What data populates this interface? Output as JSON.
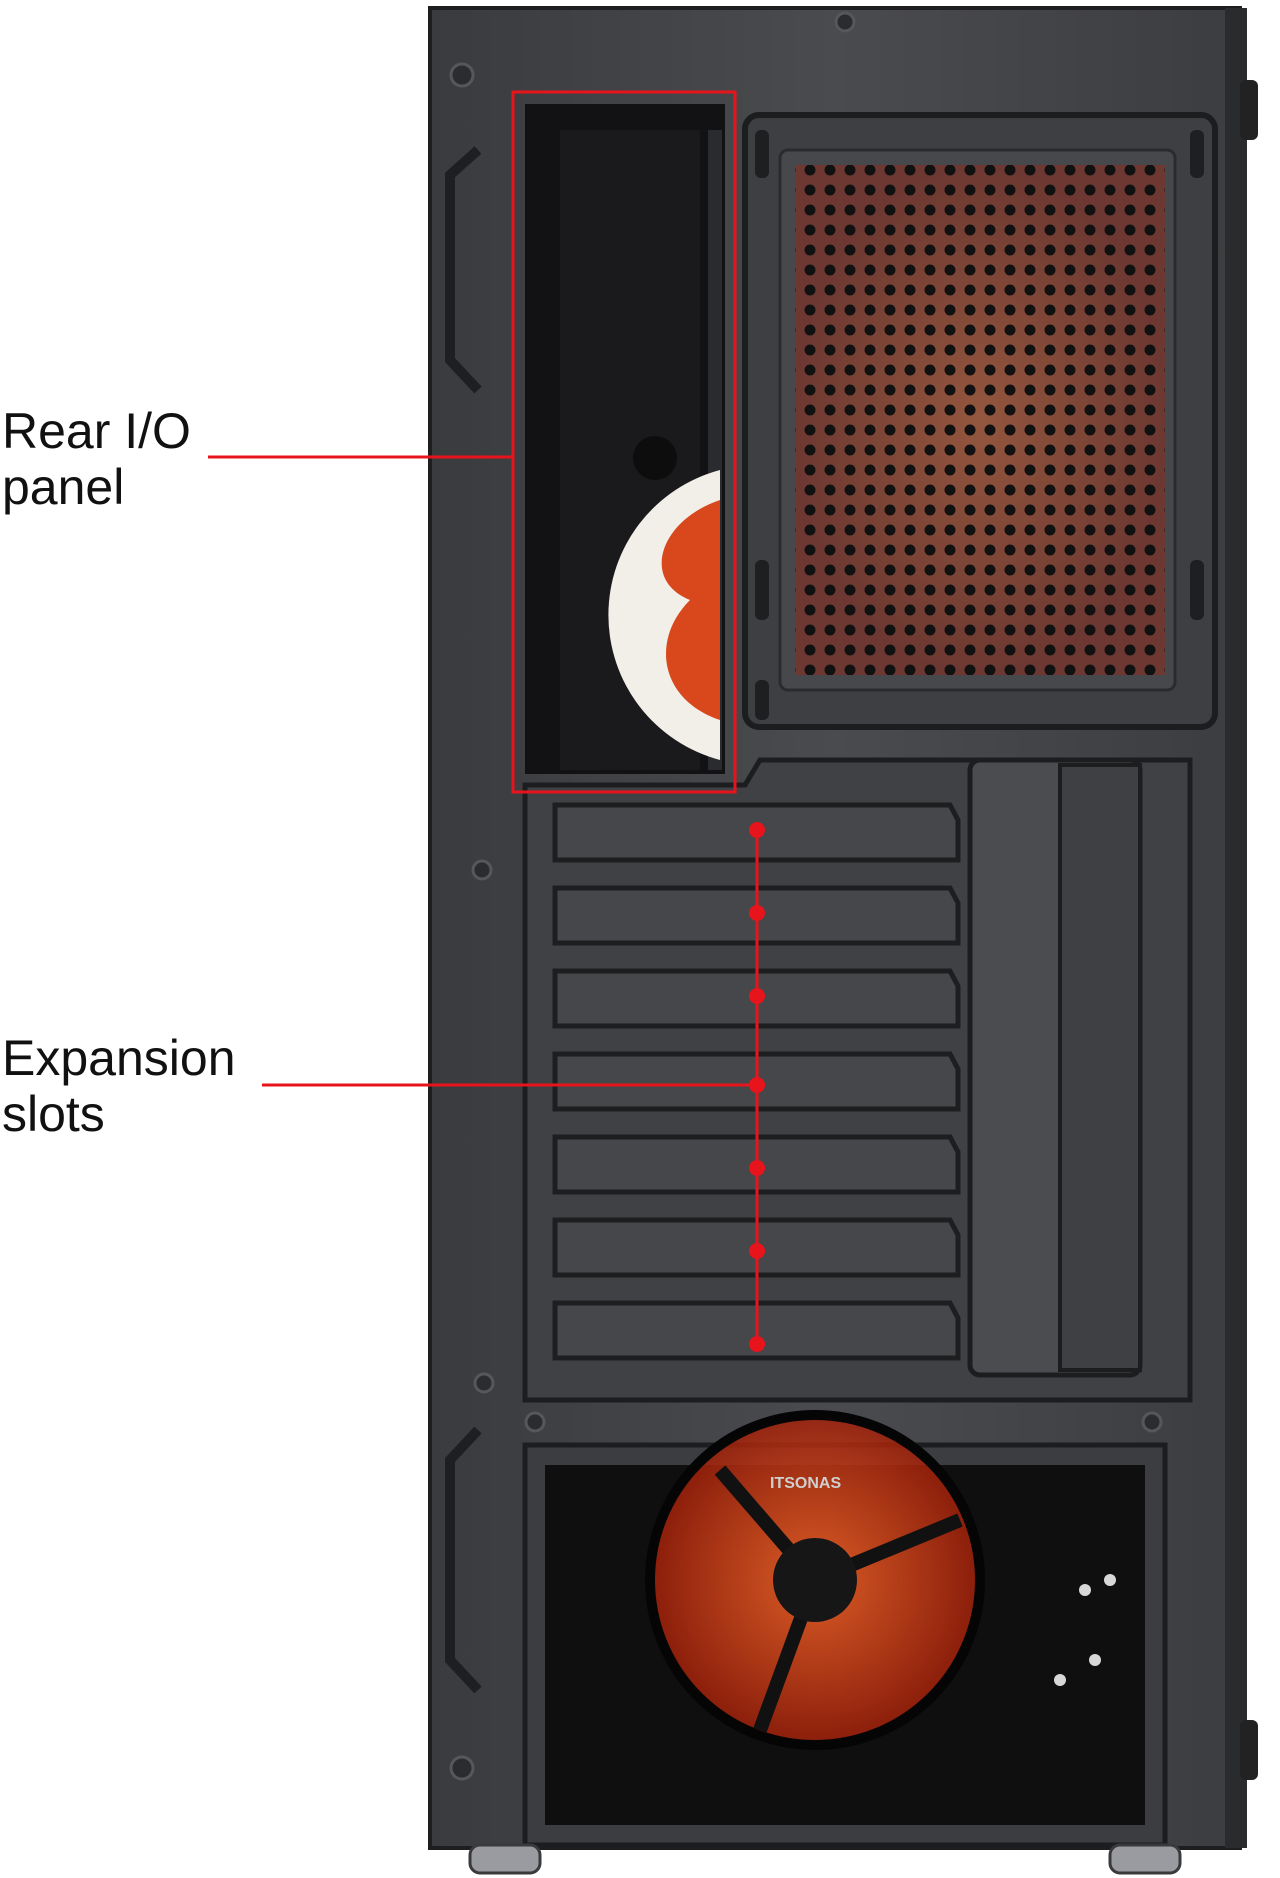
{
  "callouts": {
    "rear_io": {
      "line1": "Rear I/O",
      "line2": "panel"
    },
    "expansion": {
      "line1": "Expansion",
      "line2": "slots"
    }
  },
  "annotation_color": "#e8141b",
  "fan_brand_text": "ITSONAS",
  "expansion_slot_markers": 7
}
